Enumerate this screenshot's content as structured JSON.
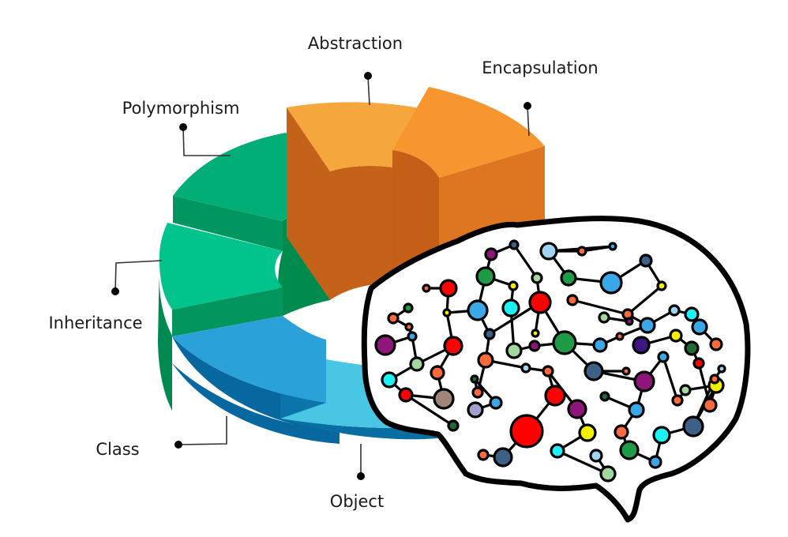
{
  "title": "Object-Oriented Programming Concepts",
  "segments": [
    {
      "id": "abstraction",
      "label": "Abstraction",
      "top": "#f5a73e",
      "side": "#c4621a",
      "front": "#d46f1e"
    },
    {
      "id": "encapsulation",
      "label": "Encapsulation",
      "top": "#f7962f",
      "side": "#c55f17",
      "front": "#de7521"
    },
    {
      "id": "polymorphism",
      "label": "Polymorphism",
      "top": "#00ae76",
      "side": "#008b4e",
      "front": "#009660"
    },
    {
      "id": "inheritance",
      "label": "Inheritance",
      "top": "#00c48b",
      "side": "#008a52",
      "front": "#02965e"
    },
    {
      "id": "class",
      "label": "Class",
      "top": "#2aa1d9",
      "side": "#0b74ab",
      "front": "#06689f"
    },
    {
      "id": "object",
      "label": "Object",
      "top": "#48c6e3",
      "side": "#0e78ad",
      "front": "#0a6ea3"
    }
  ],
  "brain": {
    "description": "neural network brain illustration",
    "node_colors": {
      "red": "#ff0000",
      "orange": "#ff6a3d",
      "green": "#1e9b47",
      "blue": "#3aa8e8",
      "cyan": "#1ef0f8",
      "purple": "#8e1579",
      "yellow": "#f5f000",
      "sage": "#a4d6a2",
      "slate": "#3e5f86",
      "lightblue": "#9fd4f4",
      "lavender": "#a0a0cc",
      "taupe": "#a08678",
      "indigo": "#3e1782",
      "darkgreen": "#1f6b36"
    }
  }
}
